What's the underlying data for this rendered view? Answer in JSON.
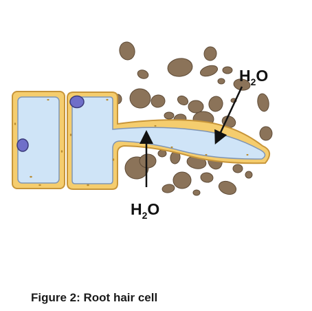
{
  "labels": {
    "water_top": {
      "main": "H",
      "subscript": "2",
      "suffix": "O"
    },
    "water_bottom": {
      "main": "H",
      "subscript": "2",
      "suffix": "O"
    }
  },
  "caption": "Figure 2: Root hair cell",
  "colors": {
    "cell_wall": "#f5cd6e",
    "cell_wall_edge": "#c7953a",
    "vacuole": "#cfe4f7",
    "vacuole_edge": "#7f95b4",
    "nucleus": "#6f6fc9",
    "nucleus_edge": "#3a3a7a",
    "soil": "#8b7359",
    "soil_edge": "#5e4b37",
    "arrow": "#111111"
  },
  "icons": [
    "soil-particle",
    "nucleus",
    "arrow"
  ]
}
